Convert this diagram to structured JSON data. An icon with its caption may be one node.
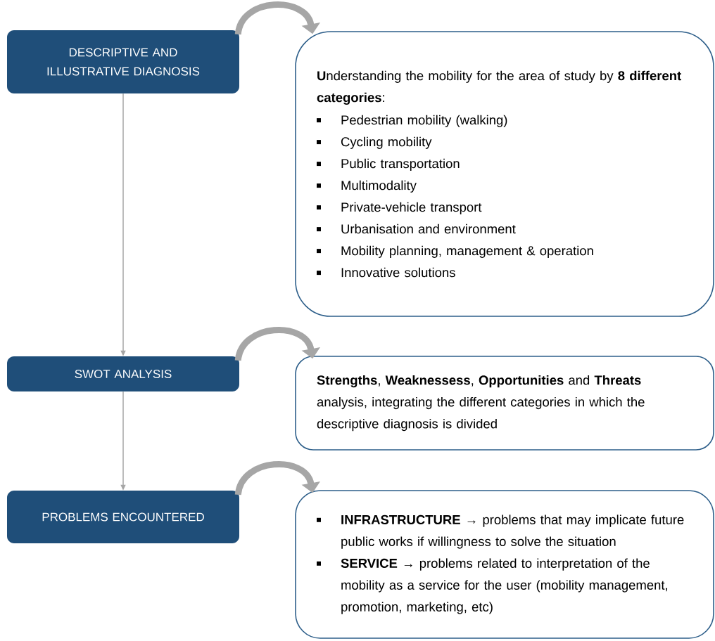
{
  "diagram": {
    "nodes": [
      {
        "text": [
          "DESCRIPTIVE AND ILLUSTRATIVE DIAGNOSIS"
        ]
      },
      {
        "text": [
          "**U**nderstanding the mobility for the area of study by **8 different categories**:",
          "Pedestrian mobility (walking)",
          "Cycling mobility",
          "Public transportation",
          "Multimodality",
          "Private-vehicle transport",
          "Urbanisation and environment",
          "Mobility planning, management & operation",
          "Innovative solutions"
        ]
      },
      {
        "text": [
          "SWOT ANALYSIS"
        ]
      },
      {
        "text": [
          "**Strengths**, **Weaknessess**, **Opportunities** and **Threats** analysis, integrating the different categories in which the descriptive diagnosis is divided"
        ]
      },
      {
        "text": [
          "PROBLEMS ENCOUNTERED"
        ]
      },
      {
        "text": [
          "**INFRASTRUCTURE →** problems that may implicate future public works if willingness to solve the situation",
          "**SERVICE →** problems related to interpretation of the mobility as a service for the user (mobility management, promotion, marketing, etc)"
        ]
      }
    ],
    "edges": [
      {
        "from": 0,
        "to": 1,
        "arrow": "to"
      },
      {
        "from": 0,
        "to": 2,
        "arrow": "to"
      },
      {
        "from": 2,
        "to": 3,
        "arrow": "to"
      },
      {
        "from": 2,
        "to": 4,
        "arrow": "to"
      },
      {
        "from": 4,
        "to": 5,
        "arrow": "to"
      }
    ]
  }
}
